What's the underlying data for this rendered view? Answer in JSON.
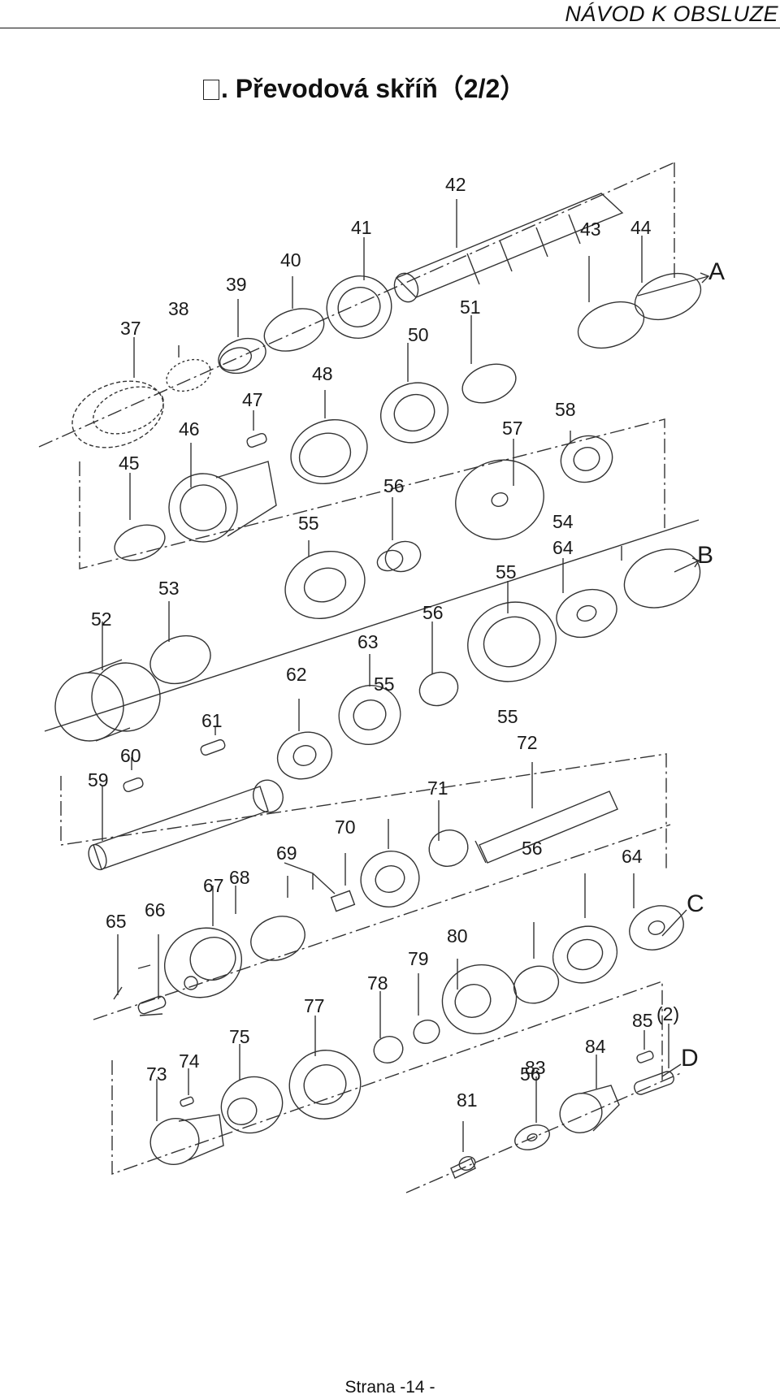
{
  "header": {
    "text": "NÁVOD K OBSLUZE"
  },
  "title": {
    "marker": "□",
    "text": ". Převodová skříň（2/2）"
  },
  "diagram": {
    "part_numbers": [
      "37",
      "38",
      "39",
      "40",
      "41",
      "42",
      "43",
      "44",
      "45",
      "46",
      "47",
      "48",
      "50",
      "51",
      "52",
      "53",
      "54",
      "55",
      "55",
      "55",
      "55",
      "56",
      "56",
      "56",
      "56",
      "57",
      "58",
      "59",
      "60",
      "61",
      "62",
      "63",
      "64",
      "64",
      "65",
      "66",
      "67",
      "68",
      "69",
      "70",
      "71",
      "72",
      "73",
      "74",
      "75",
      "77",
      "78",
      "79",
      "80",
      "81",
      "83",
      "84",
      "85",
      "(2)"
    ],
    "section_letters": [
      "A",
      "B",
      "C",
      "D"
    ]
  },
  "footer": {
    "text": "Strana -14 -"
  }
}
